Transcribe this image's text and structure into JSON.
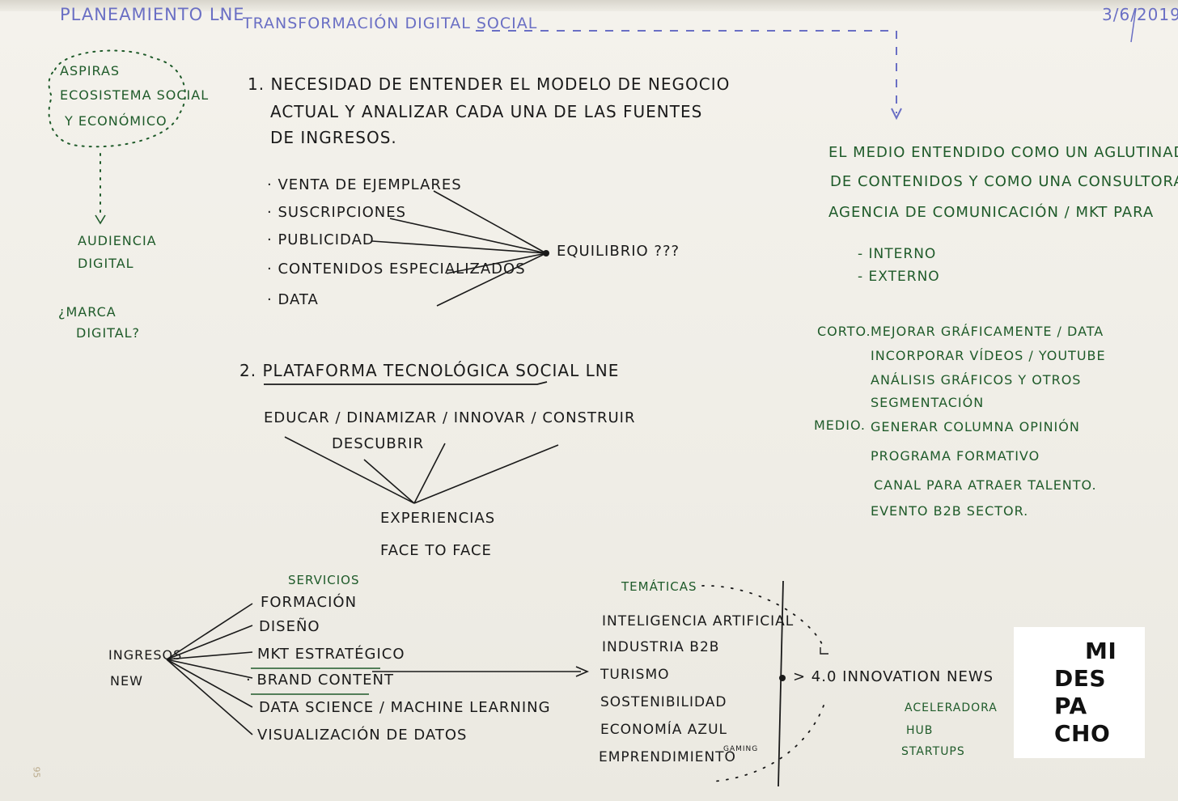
{
  "header": {
    "title_left": "PLANEAMIENTO LNE",
    "title_right": "TRANSFORMACIÓN DIGITAL SOCIAL",
    "date": "3/6/2019"
  },
  "left_column": {
    "cloud": [
      "ASPIRAS",
      "ECOSISTEMA SOCIAL",
      "Y ECONÓMICO"
    ],
    "audience": [
      "AUDIENCIA",
      "DIGITAL"
    ],
    "brand": [
      "¿MARCA",
      "DIGITAL?"
    ]
  },
  "section1": {
    "heading": [
      "1. NECESIDAD DE ENTENDER EL MODELO DE NEGOCIO",
      "ACTUAL Y ANALIZAR CADA UNA DE LAS FUENTES",
      "DE INGRESOS."
    ],
    "items": [
      "· VENTA DE EJEMPLARES",
      "· SUSCRIPCIONES",
      "· PUBLICIDAD",
      "· CONTENIDOS ESPECIALIZADOS",
      "· DATA"
    ],
    "result": "EQUILIBRIO ???"
  },
  "section2": {
    "heading": "2. PLATAFORMA TECNOLÓGICA SOCIAL LNE",
    "verbs": [
      "EDUCAR / DINAMIZAR / INNOVAR / CONSTRUIR",
      "DESCUBRIR"
    ],
    "result": [
      "EXPERIENCIAS",
      "FACE TO FACE"
    ]
  },
  "right_column": {
    "media": [
      "EL MEDIO ENTENDIDO COMO UN AGLUTINADOR",
      "DE CONTENIDOS Y COMO UNA CONSULTORA",
      "AGENCIA DE COMUNICACIÓN / MKT PARA"
    ],
    "targets": [
      "- INTERNO",
      "- EXTERNO"
    ],
    "short_label": "CORTO.",
    "short_items": [
      "MEJORAR GRÁFICAMENTE / DATA",
      "INCORPORAR VÍDEOS / YOUTUBE",
      "ANÁLISIS GRÁFICOS Y OTROS",
      "SEGMENTACIÓN"
    ],
    "medium_label": "MEDIO.",
    "medium_items": [
      "GENERAR COLUMNA OPINIÓN",
      "PROGRAMA FORMATIVO",
      "CANAL PARA ATRAER TALENTO.",
      "EVENTO B2B SECTOR."
    ]
  },
  "bottom": {
    "source": [
      "INGRESOS",
      "NEW"
    ],
    "services_label": "SERVICIOS",
    "services": [
      "FORMACIÓN",
      "DISEÑO",
      "MKT ESTRATÉGICO",
      "· BRAND CONTENT",
      "DATA SCIENCE / MACHINE LEARNING",
      "VISUALIZACIÓN DE DATOS"
    ],
    "topics_label": "TEMÁTICAS",
    "topics": [
      "INTELIGENCIA ARTIFICIAL",
      "INDUSTRIA B2B",
      "TURISMO",
      "SOSTENIBILIDAD",
      "ECONOMÍA AZUL",
      "EMPRENDIMIENTO"
    ],
    "topics_note": "GAMING",
    "innovation": "> 4.0 INNOVATION NEWS",
    "innovation_sub": [
      "ACELERADORA",
      "HUB",
      "STARTUPS"
    ]
  },
  "logo": {
    "lines": [
      "MI",
      "DES",
      "PA",
      "CHO"
    ]
  },
  "page_number": "95",
  "colors": {
    "paper": "#f2f0e9",
    "blue_ink": "#6a6fc4",
    "black_ink": "#1a1a1a",
    "green_ink": "#1f5b2a"
  }
}
